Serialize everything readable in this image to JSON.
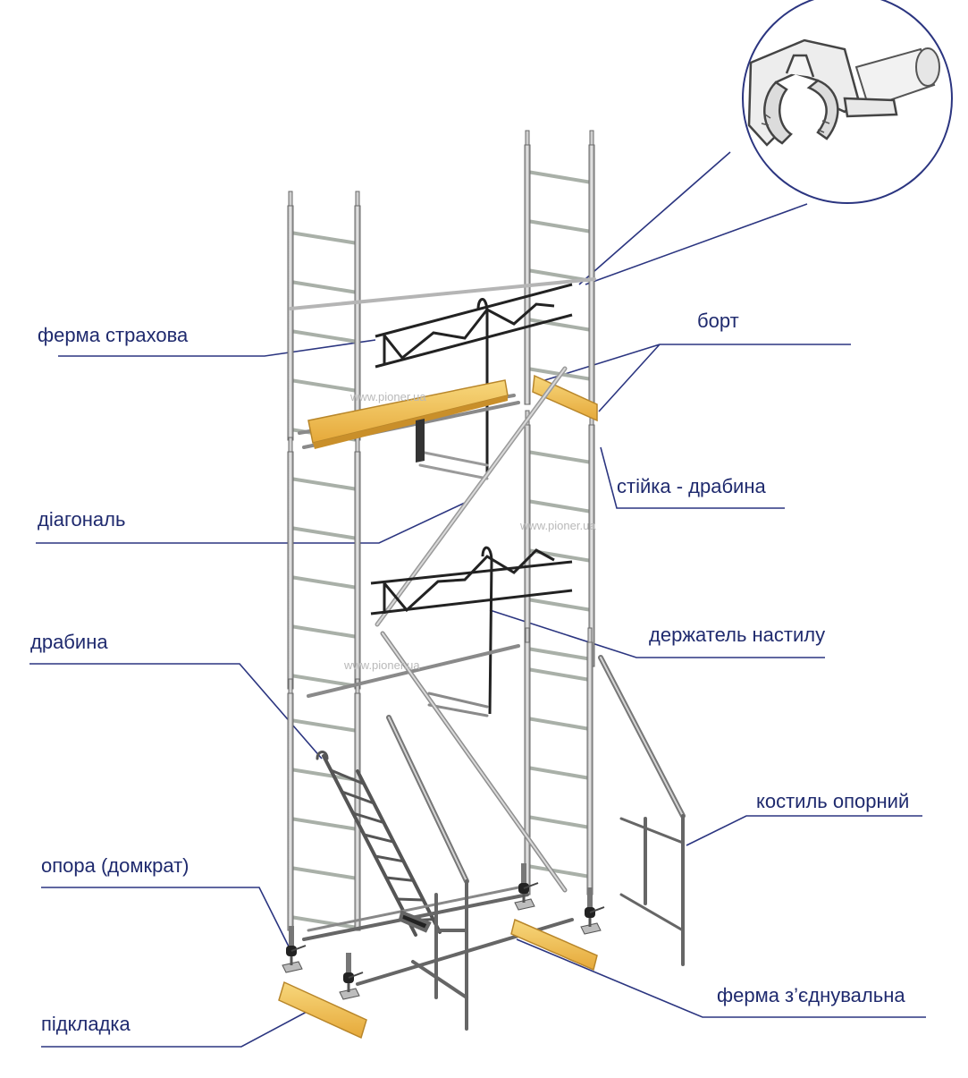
{
  "labels": {
    "ferma_strakhova": "ферма страхова",
    "bort": "борт",
    "stiyka_drabyna": "стійка - драбина",
    "diagonal": "діагональ",
    "derzhatel_nastylu": "держатель настилу",
    "drabyna": "драбина",
    "kostyl_opornyi": "костиль опорний",
    "opora_domkrat": "опора (домкрат)",
    "ferma_zyednuvalna": "ферма з’єднувальна",
    "pidkladka": "підкладка"
  },
  "watermark": "www.pioner.ua",
  "colors": {
    "leader": "#2b3580",
    "label": "#1f2a6e",
    "frame": "#555555",
    "frame_light": "#cfcfcf",
    "rung": "#9fa7a0",
    "wood": "#f2c14e",
    "wood_dark": "#b8862a",
    "truss": "#222222"
  },
  "icons": {
    "detail_callout": "coupler-clamp-icon"
  }
}
